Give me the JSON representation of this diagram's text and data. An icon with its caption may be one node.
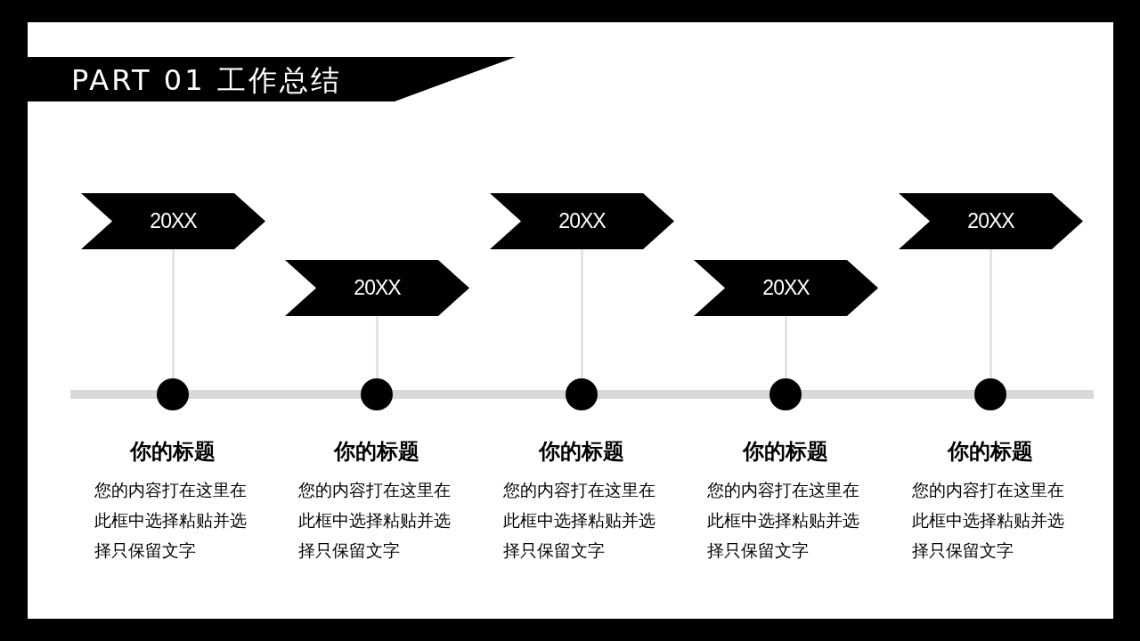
{
  "diagram": {
    "title": "PART 01 工作总结",
    "nodes": [
      {
        "text": [
          "20XX"
        ]
      },
      {
        "text": [
          "20XX"
        ]
      },
      {
        "text": [
          "20XX"
        ]
      },
      {
        "text": [
          "20XX"
        ]
      },
      {
        "text": [
          "20XX"
        ]
      },
      {
        "text": [],
        "shape": "circle",
        "beside": [
          "你的标题",
          "您的内容打在这里在此框中选择粘贴并选择只保留文字"
        ]
      },
      {
        "text": [],
        "shape": "circle",
        "beside": [
          "你的标题",
          "您的内容打在这里在此框中选择粘贴并选择只保留文字"
        ]
      },
      {
        "text": [],
        "shape": "circle",
        "beside": [
          "你的标题",
          "您的内容打在这里在此框中选择粘贴并选择只保留文字"
        ]
      },
      {
        "text": [],
        "shape": "circle",
        "beside": [
          "你的标题",
          "您的内容打在这里在此框中选择粘贴并选择只保留文字"
        ]
      },
      {
        "text": [],
        "shape": "circle",
        "beside": [
          "你的标题",
          "您的内容打在这里在此框中选择粘贴并选择只保留文字"
        ]
      }
    ],
    "edges": [
      {
        "from": 0,
        "to": 5,
        "arrow": "none"
      },
      {
        "from": 1,
        "to": 6,
        "arrow": "none"
      },
      {
        "from": 2,
        "to": 7,
        "arrow": "none"
      },
      {
        "from": 3,
        "to": 8,
        "arrow": "none"
      },
      {
        "from": 4,
        "to": 9,
        "arrow": "none"
      }
    ]
  }
}
